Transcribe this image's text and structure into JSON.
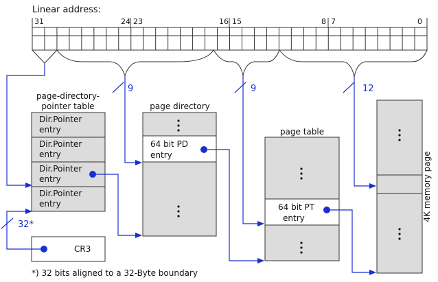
{
  "linear_address_label": "Linear address:",
  "bit_labels": [
    "31",
    "24",
    "23",
    "16",
    "15",
    "8",
    "7",
    "0"
  ],
  "field_widths": [
    "9",
    "9",
    "12"
  ],
  "cr3_width": "32*",
  "pdpt": {
    "title_line1": "page-directory-",
    "title_line2": "pointer table",
    "entries": [
      [
        "Dir.Pointer",
        "entry"
      ],
      [
        "Dir.Pointer",
        "entry"
      ],
      [
        "Dir.Pointer",
        "entry"
      ],
      [
        "Dir.Pointer",
        "entry"
      ]
    ]
  },
  "page_directory": {
    "title": "page directory",
    "entry_line1": "64 bit PD",
    "entry_line2": "entry"
  },
  "page_table": {
    "title": "page table",
    "entry_line1": "64 bit PT",
    "entry_line2": "entry"
  },
  "memory_page": {
    "title": "4K memory page"
  },
  "cr3": {
    "label": "CR3"
  },
  "footnote": "*) 32 bits aligned to a 32-Byte boundary",
  "colors": {
    "accent": "#1a2fd0",
    "box_fill": "#dcdcdc",
    "line": "#333333"
  }
}
